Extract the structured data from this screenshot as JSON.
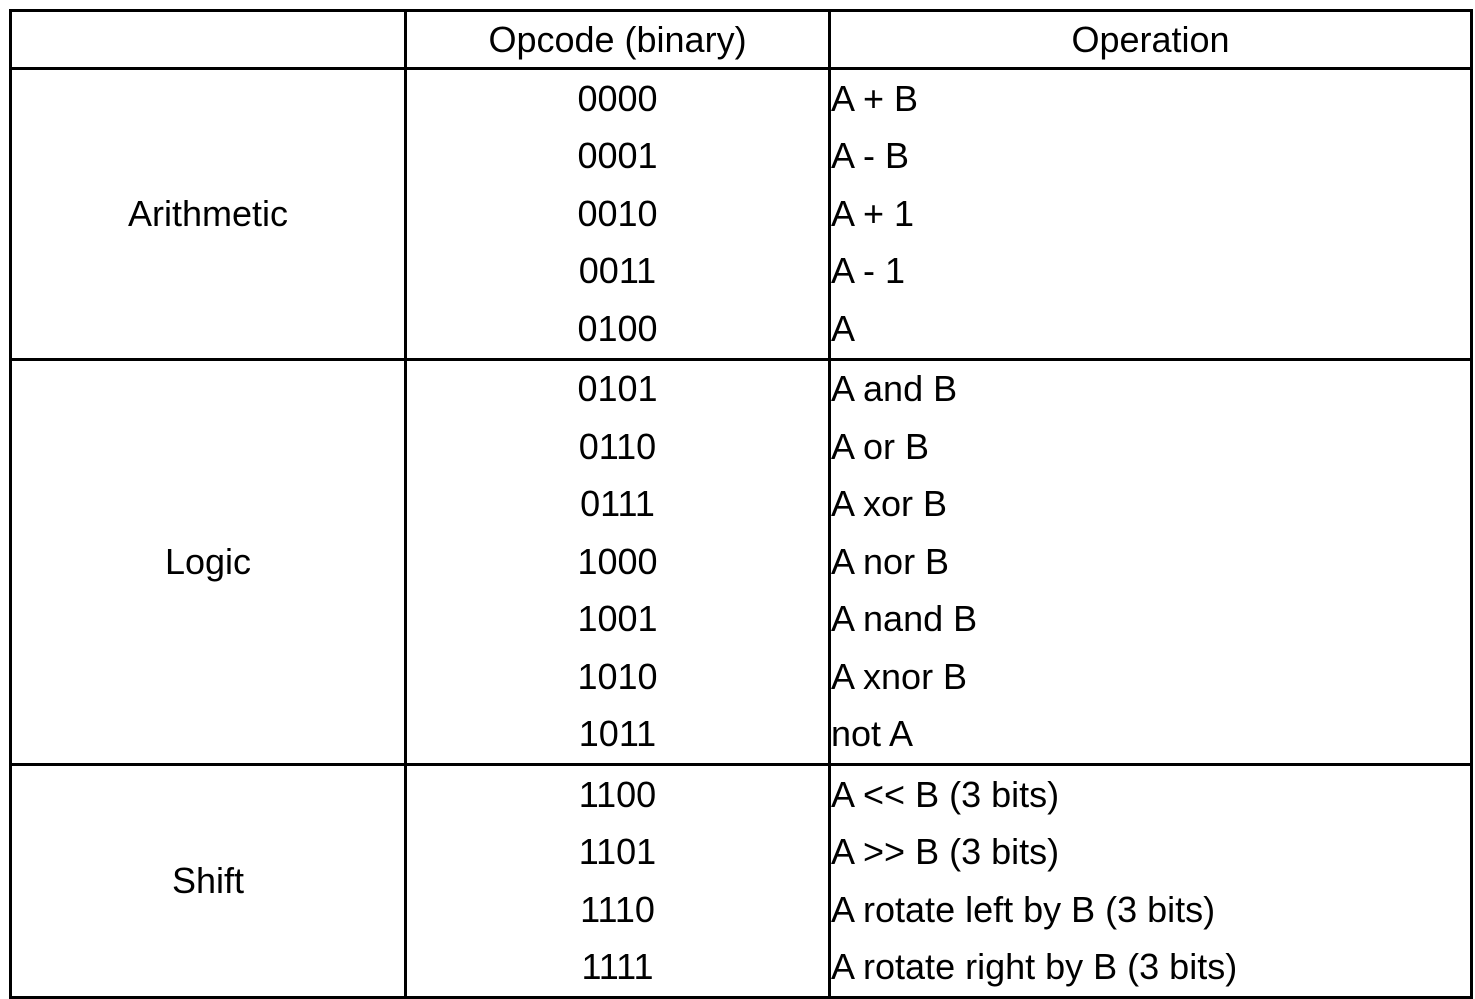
{
  "table": {
    "headers": [
      "",
      "Opcode (binary)",
      "Operation"
    ],
    "groups": [
      {
        "name": "Arithmetic",
        "rows": [
          {
            "opcode": "0000",
            "operation": "A + B"
          },
          {
            "opcode": "0001",
            "operation": "A - B"
          },
          {
            "opcode": "0010",
            "operation": "A + 1"
          },
          {
            "opcode": "0011",
            "operation": "A - 1"
          },
          {
            "opcode": "0100",
            "operation": "A"
          }
        ]
      },
      {
        "name": "Logic",
        "rows": [
          {
            "opcode": "0101",
            "operation": "A and B"
          },
          {
            "opcode": "0110",
            "operation": "A or B"
          },
          {
            "opcode": "0111",
            "operation": "A xor B"
          },
          {
            "opcode": "1000",
            "operation": "A nor B"
          },
          {
            "opcode": "1001",
            "operation": "A nand B"
          },
          {
            "opcode": "1010",
            "operation": "A xnor B"
          },
          {
            "opcode": "1011",
            "operation": "not A"
          }
        ]
      },
      {
        "name": "Shift",
        "rows": [
          {
            "opcode": "1100",
            "operation": "A << B (3 bits)"
          },
          {
            "opcode": "1101",
            "operation": "A >> B (3 bits)"
          },
          {
            "opcode": "1110",
            "operation": "A rotate left by B (3 bits)"
          },
          {
            "opcode": "1111",
            "operation": "A rotate right by B (3 bits)"
          }
        ]
      }
    ]
  }
}
